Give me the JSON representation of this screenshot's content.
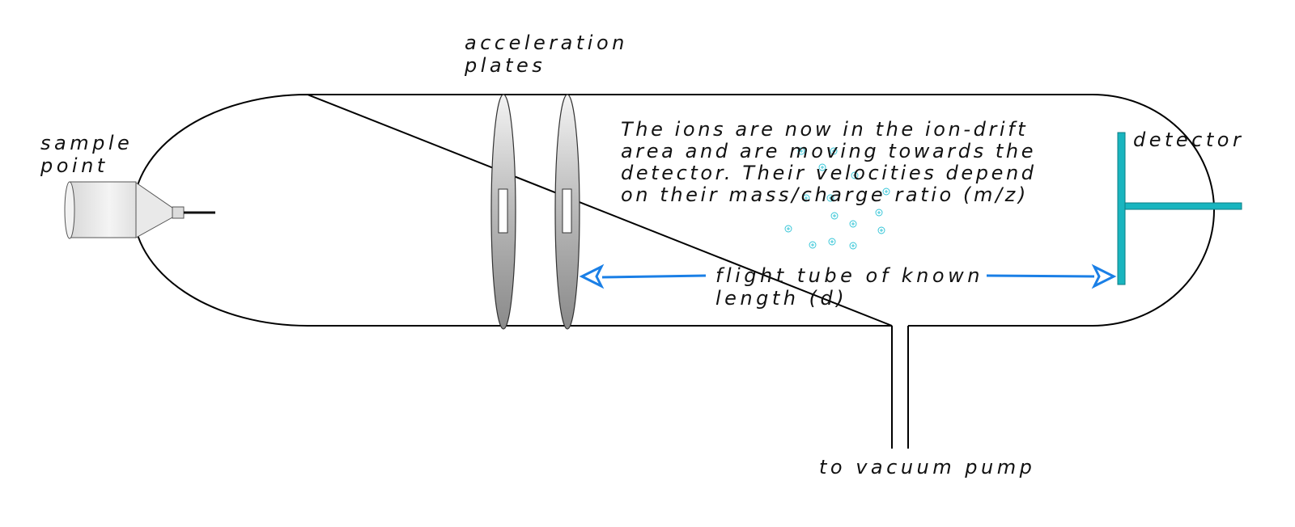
{
  "labels": {
    "acceleration_plates": [
      "acceleration",
      "plates"
    ],
    "sample_point": [
      "sample",
      "point"
    ],
    "detector": "detector",
    "description": [
      "The ions are now in the ion-drift",
      "area and are moving towards the",
      "detector.  Their velocities depend",
      "on their mass/charge ratio (m/z)"
    ],
    "flight_tube": [
      "flight tube of known",
      "length (d)"
    ],
    "vacuum_pump": "to vacuum pump"
  },
  "colors": {
    "outline": "#000000",
    "arrow": "#1a7fe6",
    "detector": "#19b5bf",
    "ion": "#2cc3d6",
    "plate_light": "#f4f4f4",
    "plate_dark": "#8a8a8a"
  },
  "ion_symbol": "+"
}
